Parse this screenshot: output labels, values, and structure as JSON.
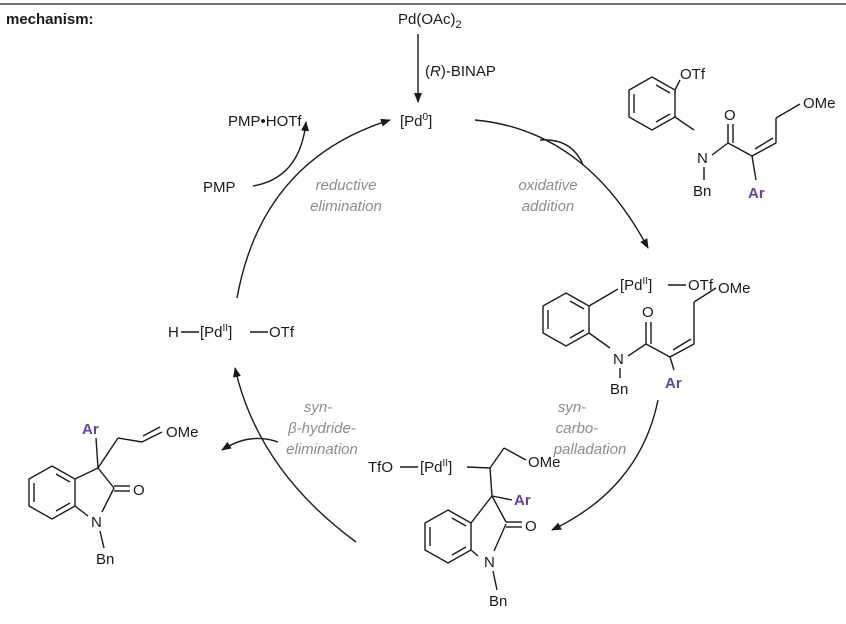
{
  "header": {
    "label": "mechanism:"
  },
  "precatalyst": {
    "formula": "Pd(OAc)",
    "subscript": "2"
  },
  "ligand": {
    "prefix": "(",
    "stereo": "R",
    "suffix": ")-BINAP"
  },
  "pd0": {
    "text": "[Pd",
    "sup": "0",
    "close": "]"
  },
  "byproduct": {
    "text": "PMP•HOTf"
  },
  "base": {
    "text": "PMP"
  },
  "steps": {
    "reductive_1": "reductive",
    "reductive_2": "elimination",
    "oxidative_1": "oxidative",
    "oxidative_2": "addition",
    "carbo_1": "syn-",
    "carbo_2": "carbo-",
    "carbo_3": "palladation",
    "hydride_1": "syn-",
    "hydride_2": "β-hydride-",
    "hydride_3": "elimination"
  },
  "hydride_complex": {
    "h": "H",
    "pd": "[Pd",
    "sup": "II",
    "close": "]",
    "otf": "OTf"
  },
  "substrate": {
    "otf": "OTf",
    "o": "O",
    "ome": "OMe",
    "n": "N",
    "bn": "Bn",
    "ar": "Ar"
  },
  "oa_complex": {
    "pd": "[Pd",
    "sup": "II",
    "close": "]",
    "otf": "OTf",
    "o": "O",
    "ome": "OMe",
    "n": "N",
    "bn": "Bn",
    "ar": "Ar"
  },
  "alkyl_complex": {
    "tfo": "TfO",
    "pd": "[Pd",
    "sup": "II",
    "close": "]",
    "ome": "OMe",
    "ar": "Ar",
    "o": "O",
    "n": "N",
    "bn": "Bn"
  },
  "product": {
    "ar": "Ar",
    "ome": "OMe",
    "o": "O",
    "n": "N",
    "bn": "Bn"
  },
  "colors": {
    "ink": "#1a1a1a",
    "step_gray": "#8c8c8c",
    "ar_purple": "#6b3fa0"
  }
}
